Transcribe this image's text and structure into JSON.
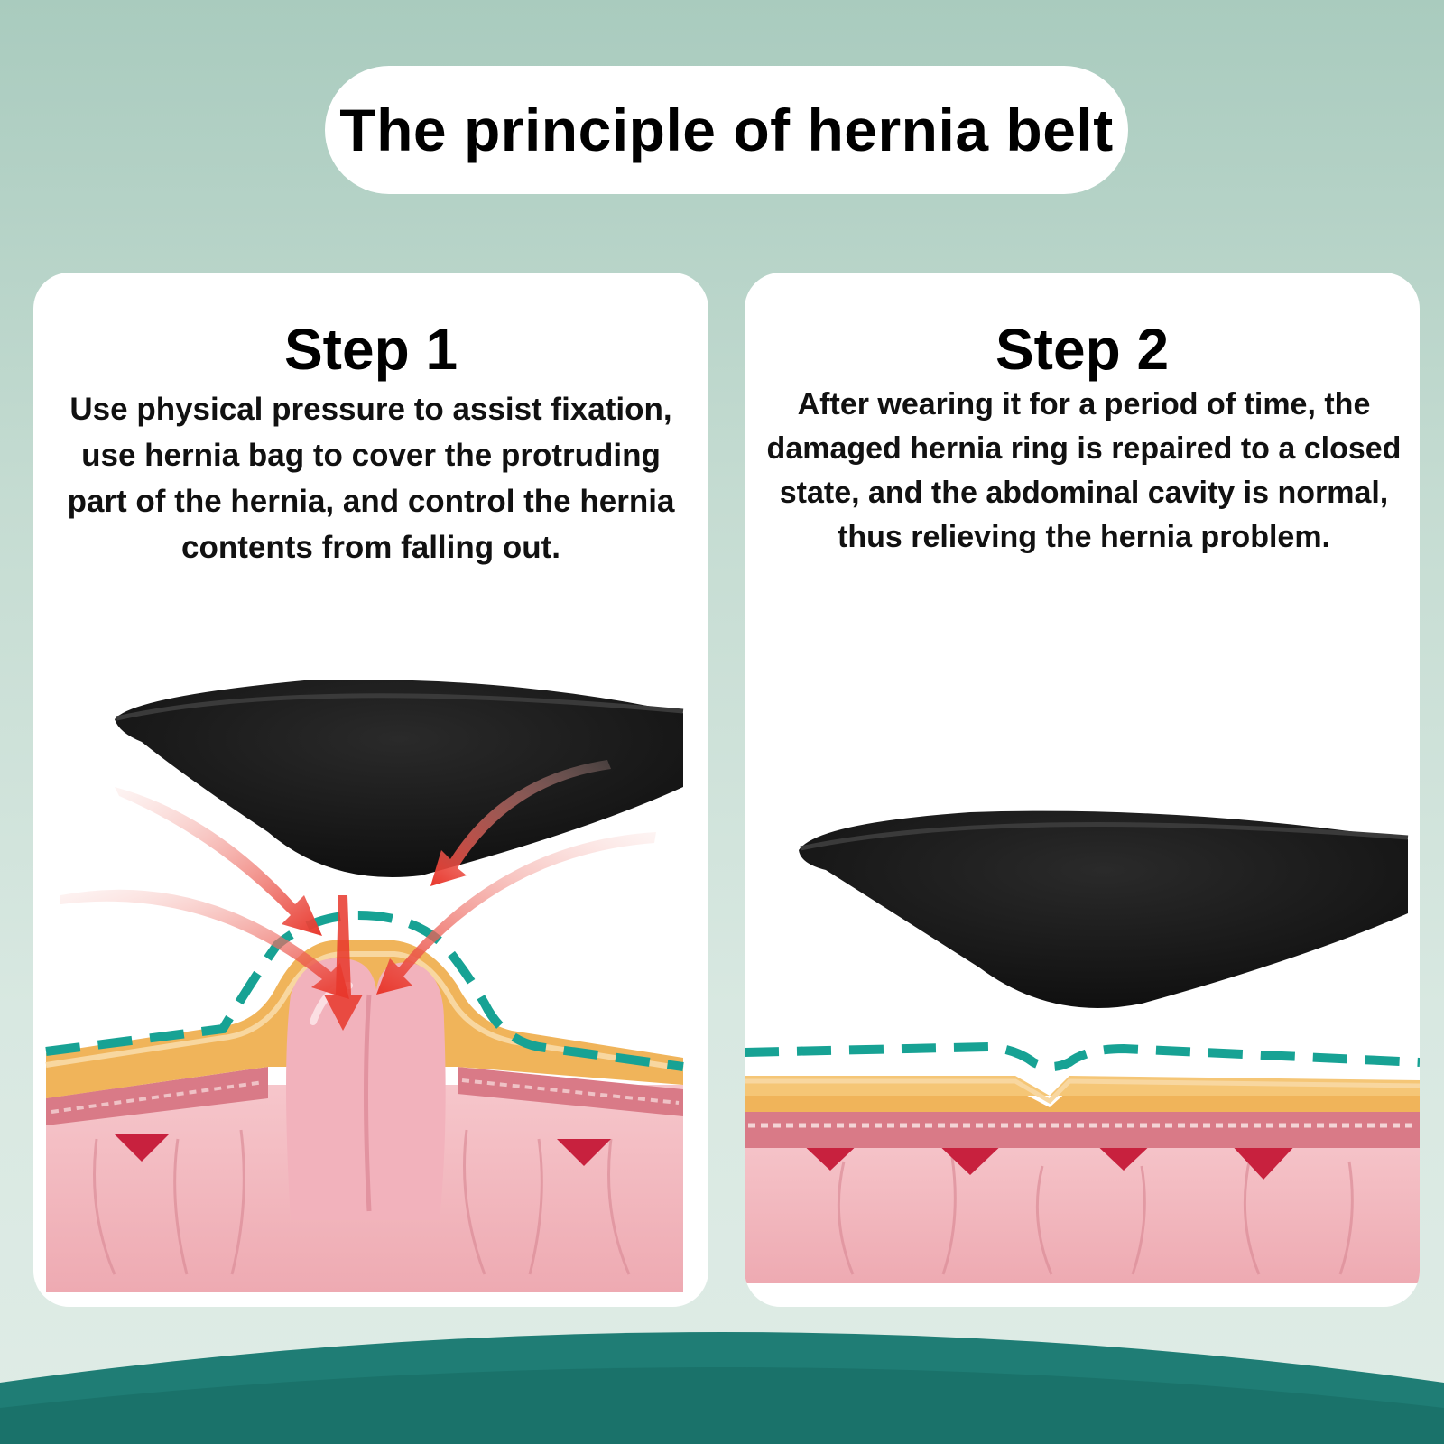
{
  "title": "The principle of hernia belt",
  "steps": [
    {
      "title": "Step 1",
      "description": "Use physical pressure to assist fixation, use hernia bag to cover the protruding part of the hernia, and control the hernia contents from falling out."
    },
    {
      "title": "Step 2",
      "description": "After wearing it for a period of time, the damaged hernia ring is repaired to a closed state, and the abdominal cavity is normal, thus relieving the hernia problem."
    }
  ],
  "colors": {
    "background": "#b5d3c6",
    "card": "#ffffff",
    "belt_pad": "#161616",
    "dashed_outline": "#17a294",
    "pressure_arrows": "#e8372c",
    "fat_layer": "#f0b45a",
    "tissue": "#f3b9bf",
    "bottom_band": "#1f7d75"
  },
  "icons": [
    "pressure-arrow-icon"
  ]
}
